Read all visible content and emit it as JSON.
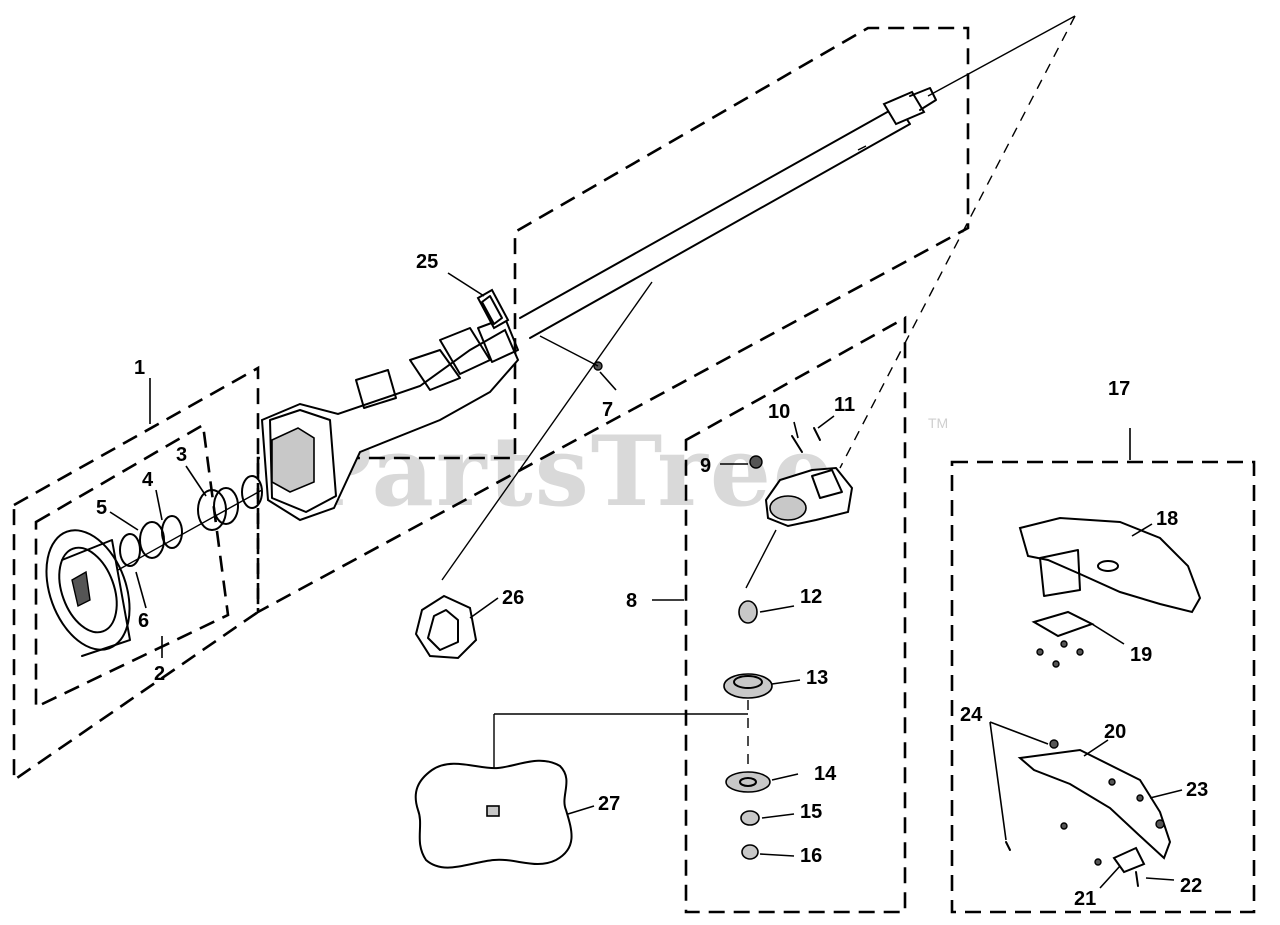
{
  "watermark": {
    "text": "PartsTree",
    "tm": "TM"
  },
  "parts": [
    {
      "id": "1",
      "label": "1"
    },
    {
      "id": "2",
      "label": "2"
    },
    {
      "id": "3",
      "label": "3"
    },
    {
      "id": "4",
      "label": "4"
    },
    {
      "id": "5",
      "label": "5"
    },
    {
      "id": "6",
      "label": "6"
    },
    {
      "id": "7",
      "label": "7"
    },
    {
      "id": "8",
      "label": "8"
    },
    {
      "id": "9",
      "label": "9"
    },
    {
      "id": "10",
      "label": "10"
    },
    {
      "id": "11",
      "label": "11"
    },
    {
      "id": "12",
      "label": "12"
    },
    {
      "id": "13",
      "label": "13"
    },
    {
      "id": "14",
      "label": "14"
    },
    {
      "id": "15",
      "label": "15"
    },
    {
      "id": "16",
      "label": "16"
    },
    {
      "id": "17",
      "label": "17"
    },
    {
      "id": "18",
      "label": "18"
    },
    {
      "id": "19",
      "label": "19"
    },
    {
      "id": "20",
      "label": "20"
    },
    {
      "id": "21",
      "label": "21"
    },
    {
      "id": "22",
      "label": "22"
    },
    {
      "id": "23",
      "label": "23"
    },
    {
      "id": "24",
      "label": "24"
    },
    {
      "id": "25",
      "label": "25"
    },
    {
      "id": "26",
      "label": "26"
    },
    {
      "id": "27",
      "label": "27"
    }
  ]
}
